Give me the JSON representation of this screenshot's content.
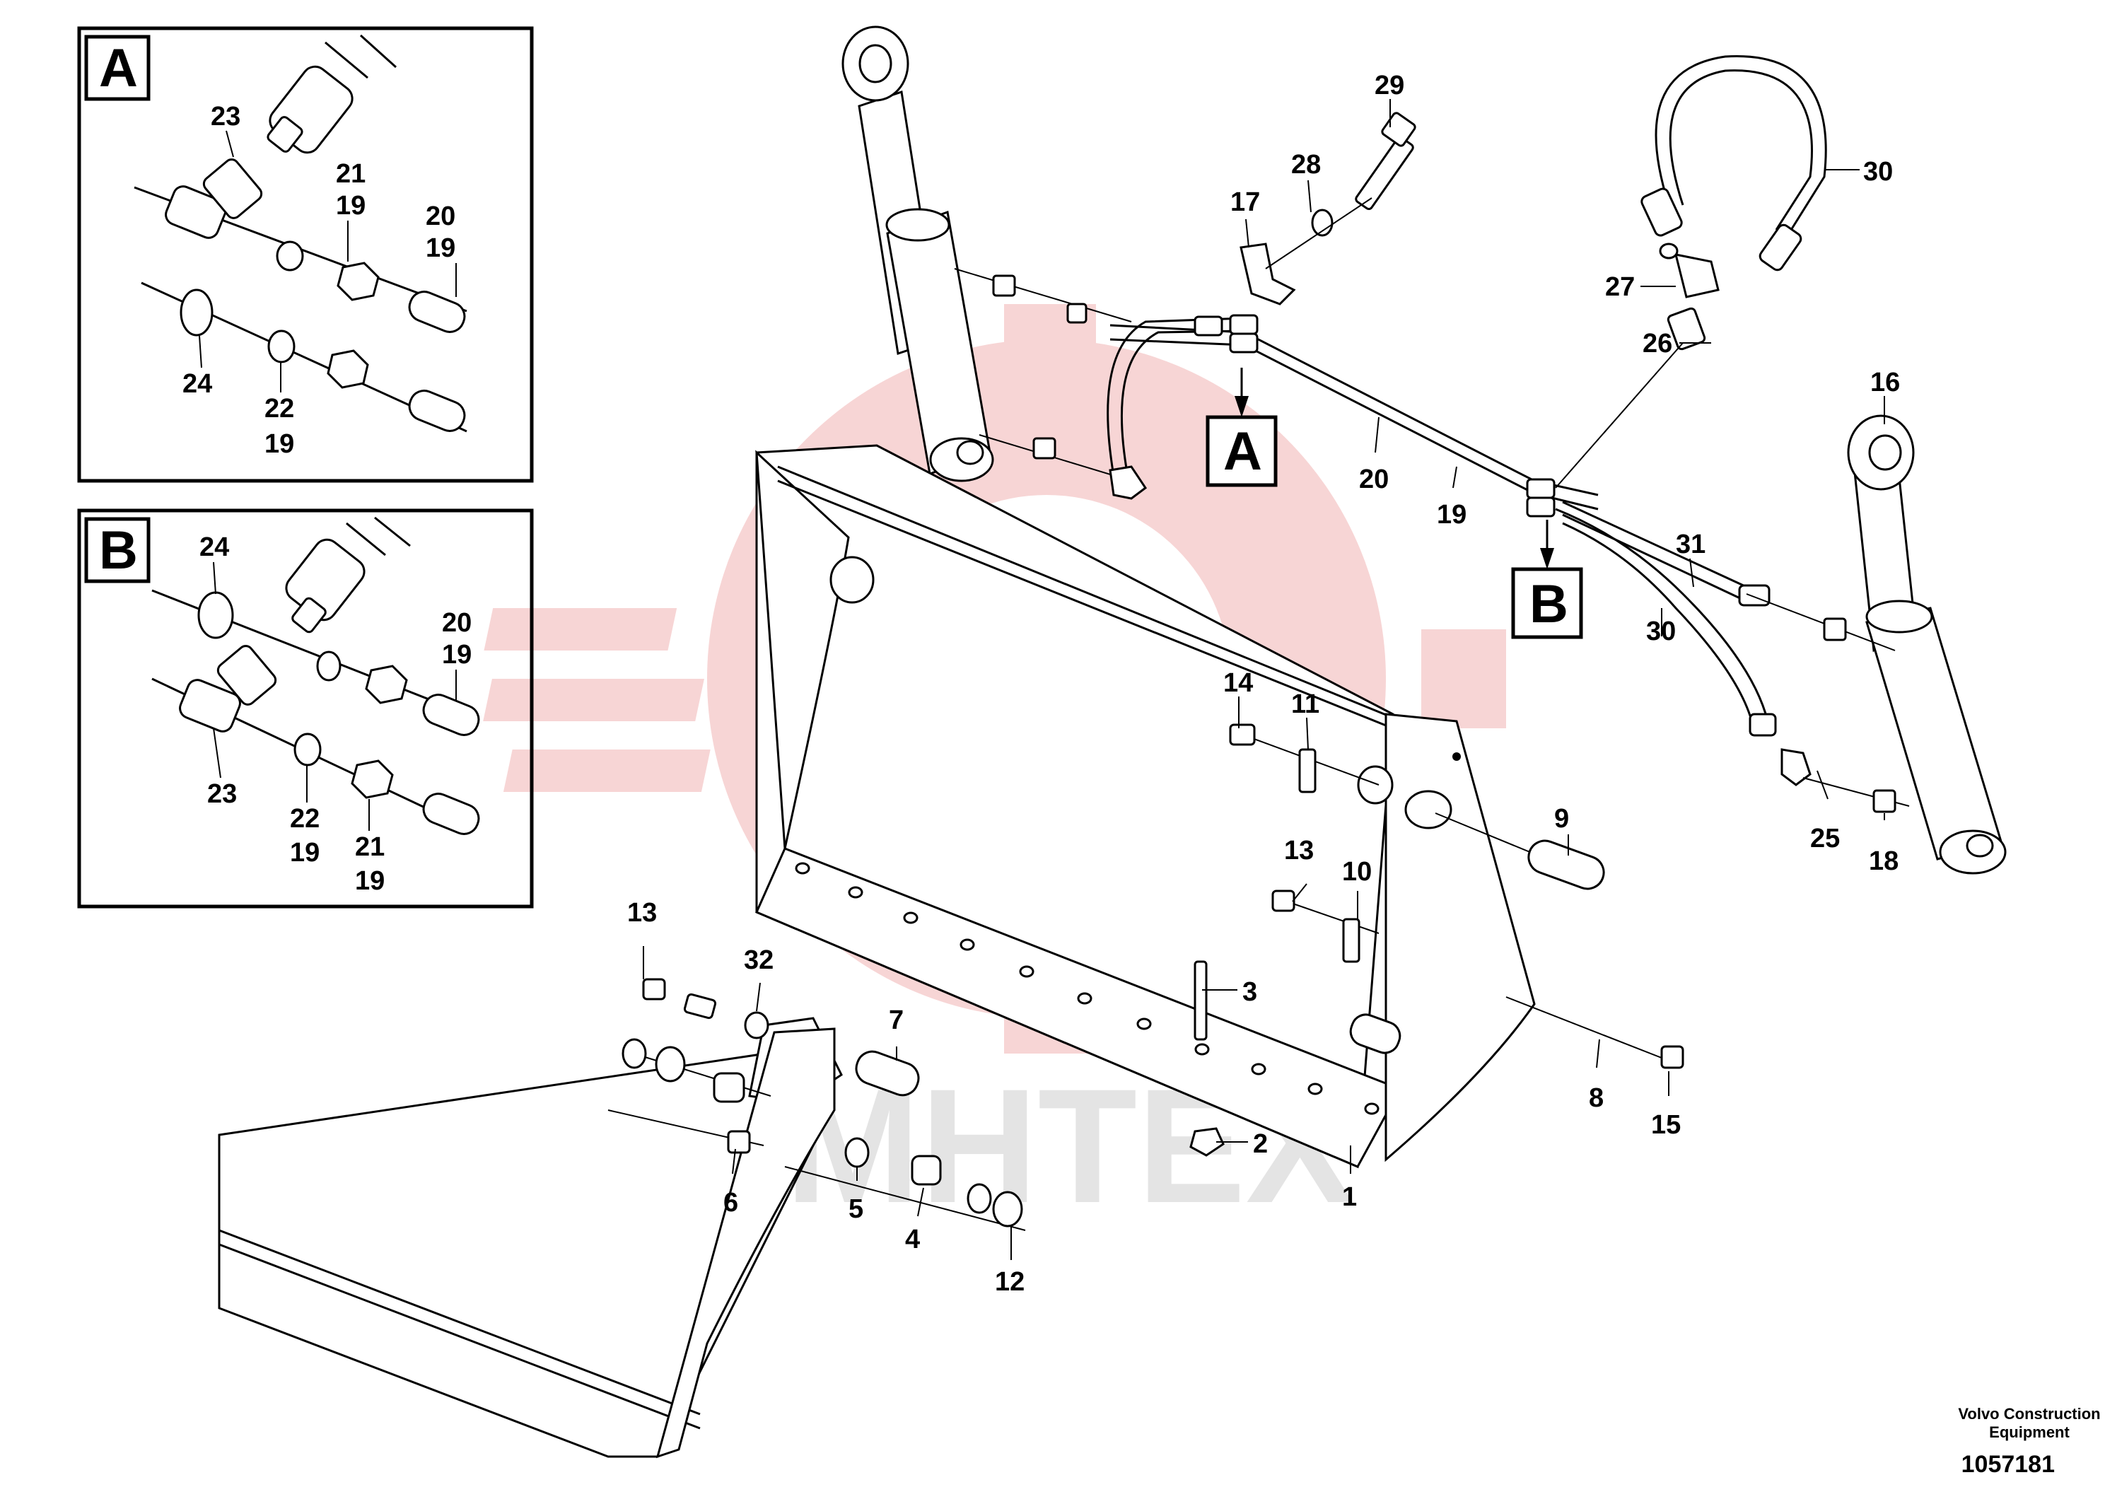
{
  "insets": [
    {
      "letter": "A",
      "labels": [
        "23",
        "21",
        "19",
        "20",
        "19",
        "24",
        "22",
        "19"
      ]
    },
    {
      "letter": "B",
      "labels": [
        "24",
        "20",
        "19",
        "23",
        "22",
        "19",
        "21",
        "19"
      ]
    }
  ],
  "view_markers": [
    "A",
    "B"
  ],
  "callouts": [
    "29",
    "28",
    "17",
    "30",
    "27",
    "26",
    "16",
    "20",
    "19",
    "31",
    "30",
    "14",
    "11",
    "9",
    "13",
    "10",
    "25",
    "18",
    "13",
    "32",
    "7",
    "3",
    "8",
    "15",
    "2",
    "6",
    "5",
    "4",
    "12",
    "1"
  ],
  "watermark": "MHTEX",
  "footer": {
    "company_line1": "Volvo Construction",
    "company_line2": "Equipment",
    "drawing_number": "1057181"
  }
}
